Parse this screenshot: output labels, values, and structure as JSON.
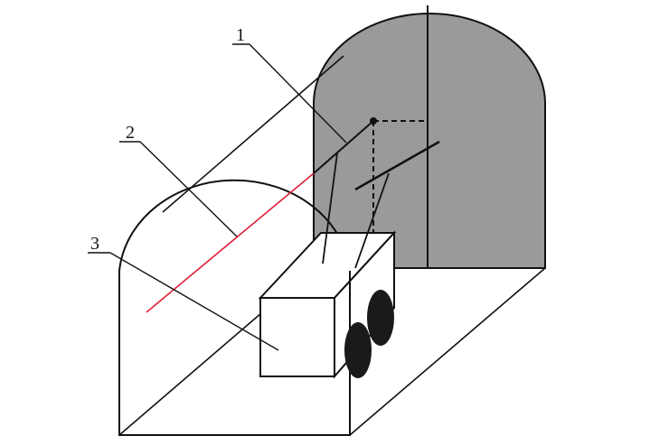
{
  "diagram": {
    "type": "tunnel-equipment-schematic",
    "labels": [
      {
        "id": "1",
        "text": "1"
      },
      {
        "id": "2",
        "text": "2"
      },
      {
        "id": "3",
        "text": "3"
      }
    ],
    "colors": {
      "tunnel_face": "#9a9a9a",
      "outline": "#111111",
      "laser_beam": "#e0203a",
      "background": "#ffffff",
      "wheels": "#1a1a1a"
    }
  }
}
